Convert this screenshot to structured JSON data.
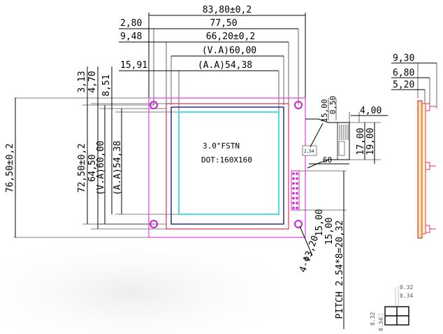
{
  "colors": {
    "outline": "#e040e0",
    "bezel": "#e03060",
    "viewing_area": "#202080",
    "active_area": "#20d8d8",
    "pins": "#d020d0",
    "side_fill": "#f4e690",
    "side_outline": "#e03060"
  },
  "panel": {
    "model": "3.0\"FSTN",
    "resolution": "DOT:160X160"
  },
  "top_dims": {
    "total_width": "83,80±0,2",
    "hole_pitch": "77,50",
    "bezel_width": "66,20±0,2",
    "va_width": "(V.A)60,00",
    "aa_width": "(A.A)54,38",
    "hole_offset": "2,80",
    "bezel_offset": "9,48",
    "aa_offset": "15,91"
  },
  "left_dims": {
    "total_height": "76,50±0,2",
    "hole_pitch": "72,50±0,2",
    "bezel_height": "64,50",
    "va_height": "(V.A)60,00",
    "aa_height": "(A.A)54,38",
    "hole_offset": "3,13",
    "bezel_offset": "4,70",
    "aa_offset": "8,51"
  },
  "right_dims": {
    "fpc_top": "15,00",
    "fpc_gap": "0,50",
    "fpc_width": "4,00",
    "fpc_len_a": "17,00",
    "fpc_len_b": "19,00",
    "pin_step": "2,54",
    "fpc_pitch": "60",
    "pin_bottom": "15,00",
    "hole_note": "4-Φ3,20",
    "pitch_note": "PITCH 2.54*8=20,32"
  },
  "side_dims": {
    "thick_total": "9,30",
    "thick_mid": "6,80",
    "thick_glass": "5,20"
  },
  "pixel_dims": {
    "dot_w": "0.32",
    "gap_w": "0.34",
    "dot_h": "0.32",
    "gap_h": "0.34"
  }
}
